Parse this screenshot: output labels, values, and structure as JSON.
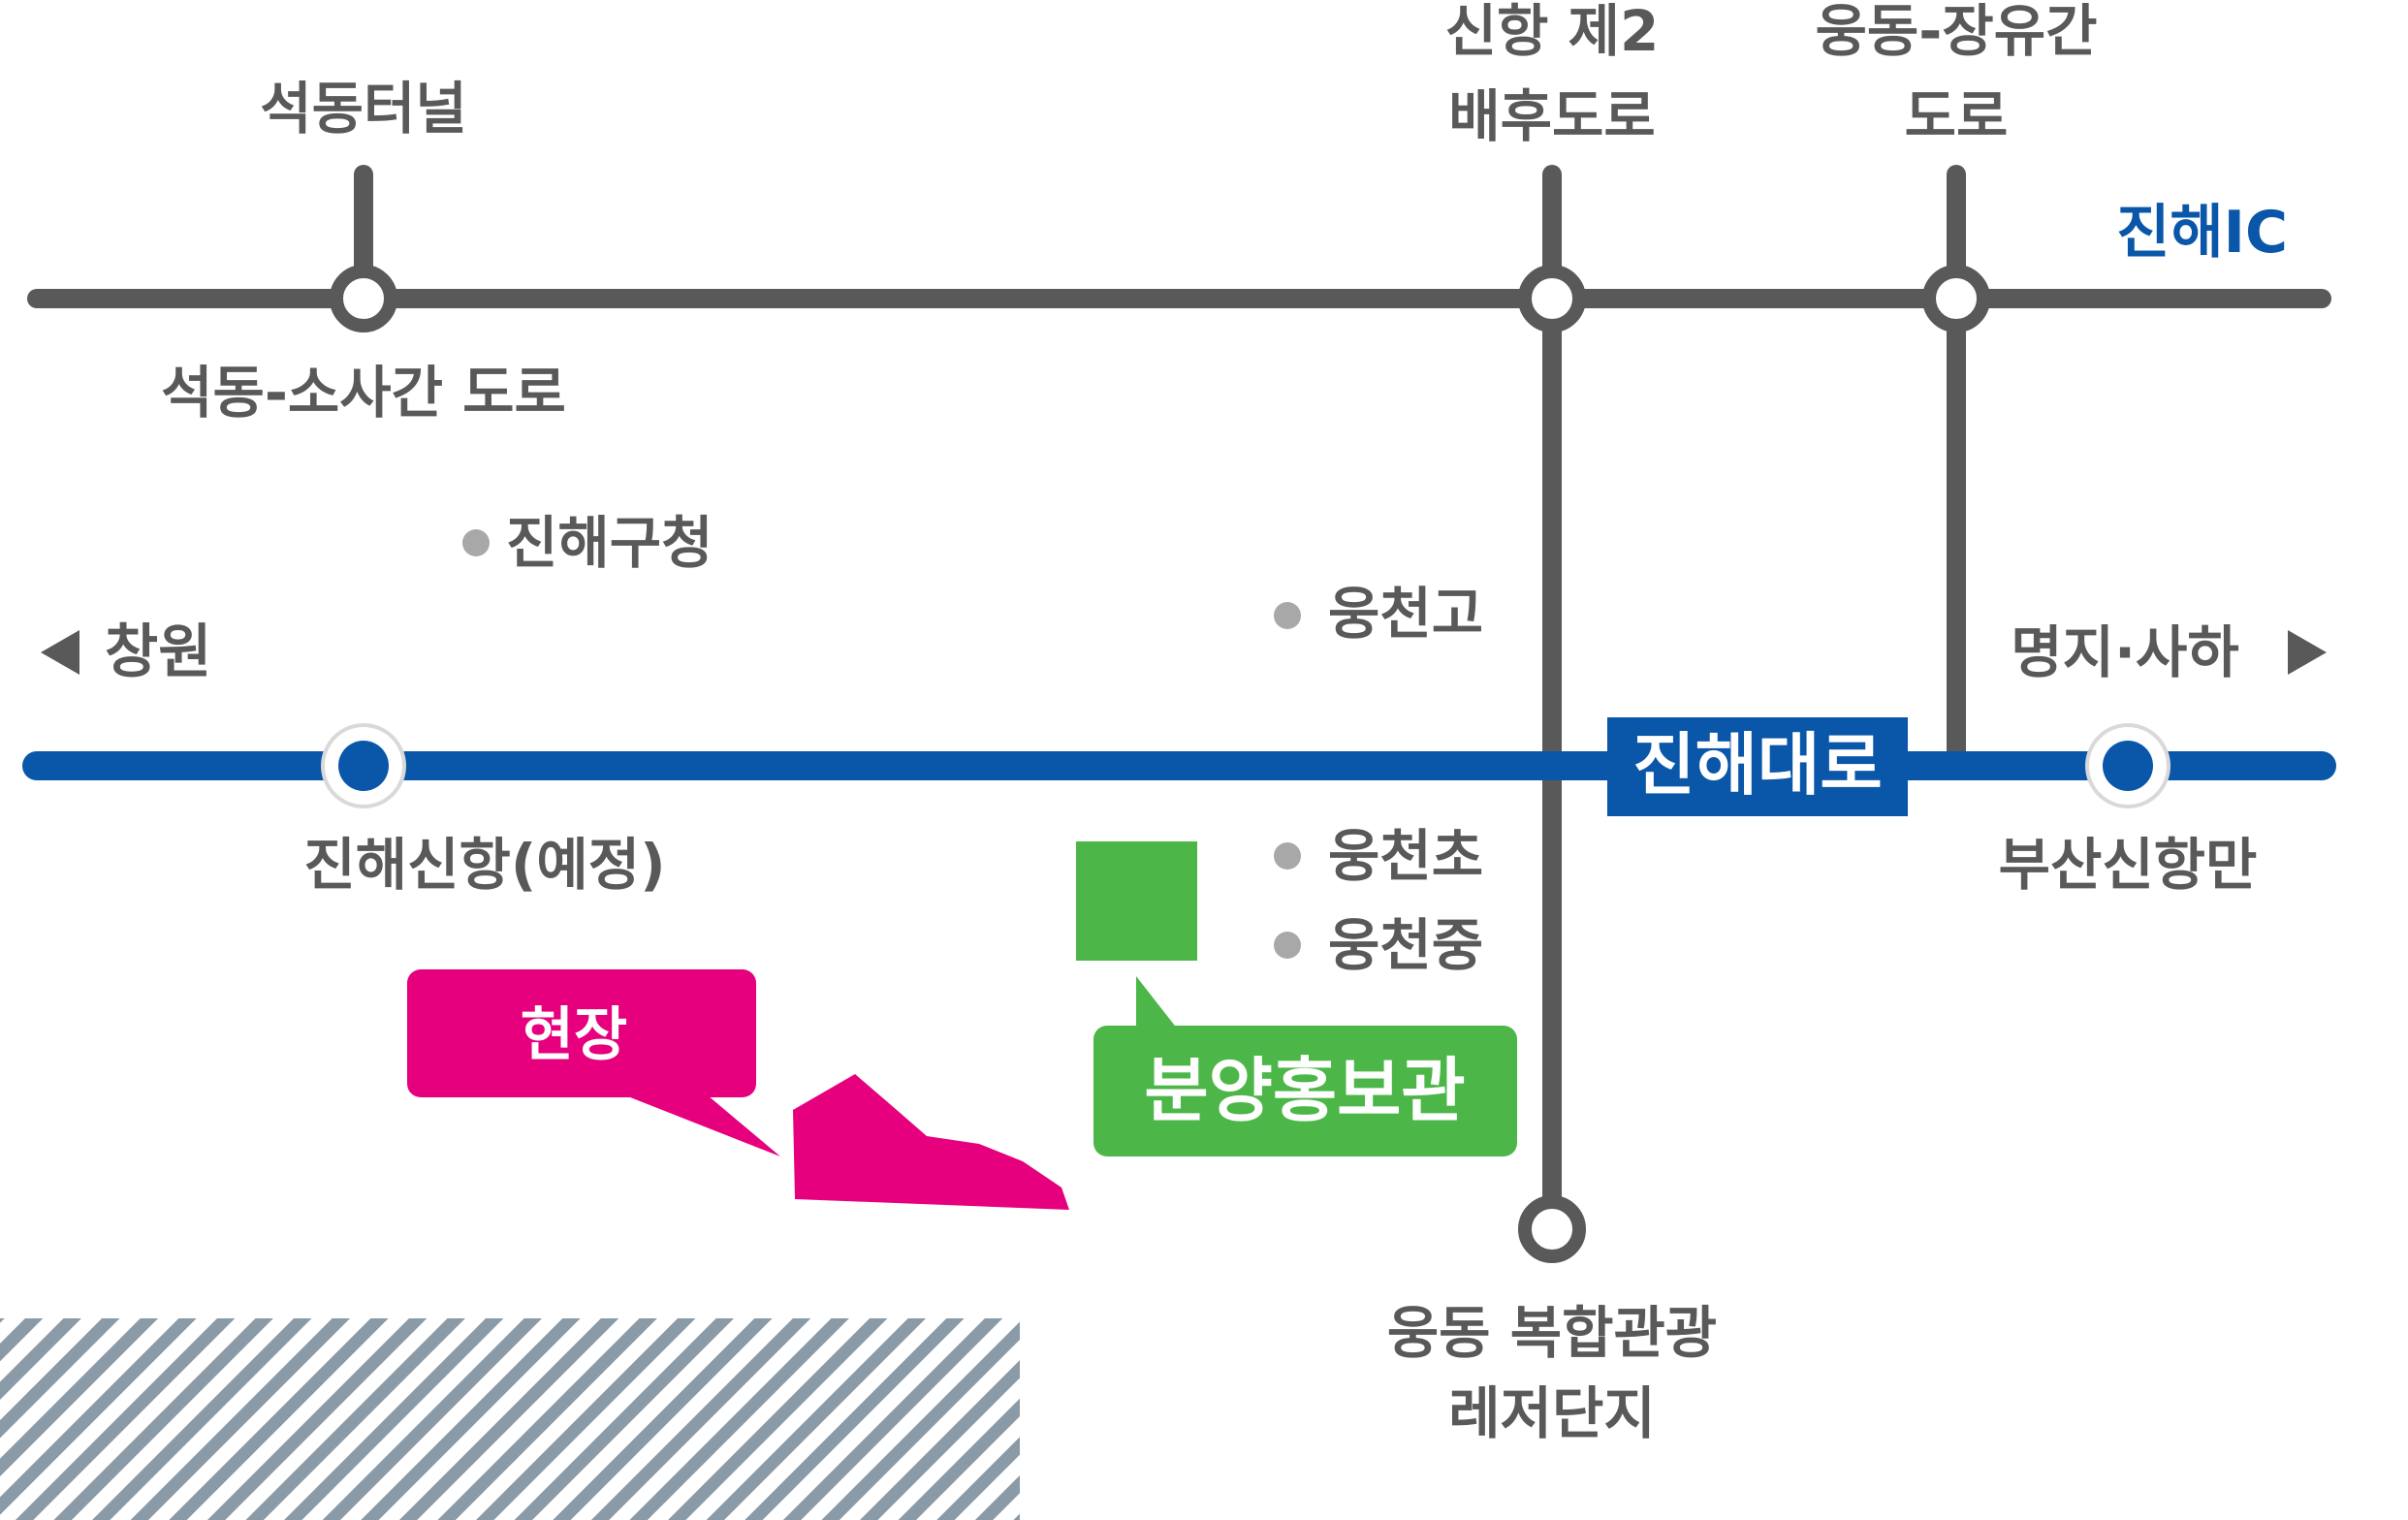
{
  "labels": {
    "seokdong_tunnel": "석동터널",
    "sinhang_line1": "신항 제2",
    "sinhang_line2": "배후도로",
    "ungdong_road_line1": "웅동-장유간",
    "ungdong_road_line2": "도로",
    "jinhae_ic": "진해IC",
    "seokdong_sosa_road": "석동-소사간 도로",
    "jinhae_gucheong": "진해구청",
    "changwon": "창원",
    "ungcheon_high": "웅천고",
    "myeongji_saha": "명지·사하",
    "jinhae_daero": "진해대로",
    "jinhae_sinhang": "진해신항(예정)",
    "busan_sinhangman": "부산신항만",
    "ungcheon_elem": "웅천초",
    "ungcheon_middle": "웅천중",
    "site": "현장",
    "model_house": "분양홍보관",
    "leisure_line1": "웅동 복합관광",
    "leisure_line2": "레저단지"
  },
  "colors": {
    "gray_road": "#595959",
    "blue_road": "#0a56a8",
    "blue_text": "#0a56a8",
    "site_pink": "#e6007e",
    "model_green": "#4cb748",
    "hatch": "#8a9aa6",
    "poi_dot": "#a8a8a8"
  }
}
